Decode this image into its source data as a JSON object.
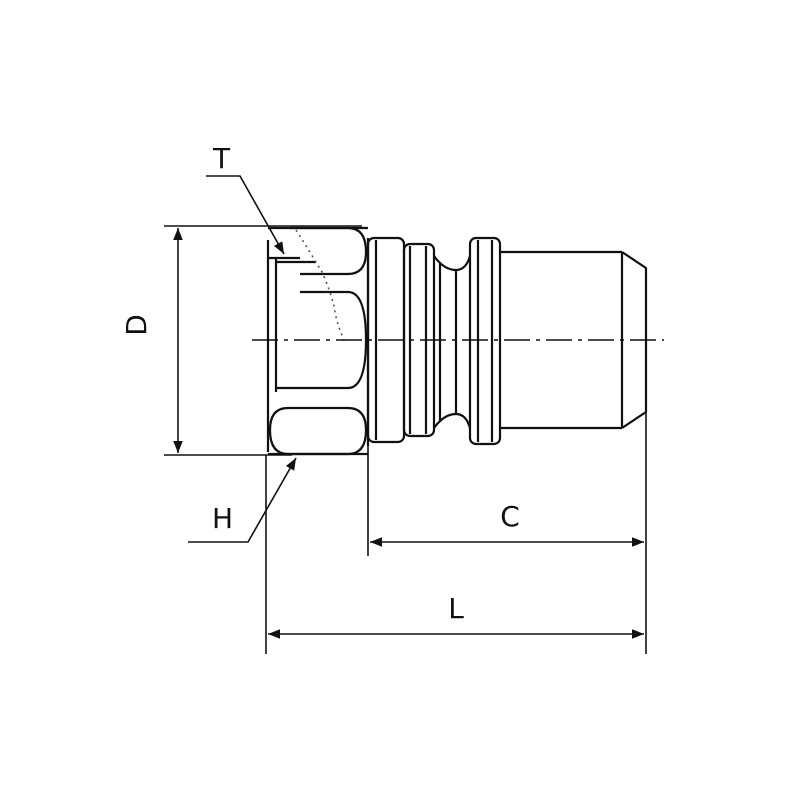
{
  "colors": {
    "line": "#111111",
    "background": "#ffffff",
    "hidden": "#555555"
  },
  "labels": {
    "thread": "T",
    "diameter": "D",
    "hex": "H",
    "coupling_length": "C",
    "overall_length": "L"
  }
}
